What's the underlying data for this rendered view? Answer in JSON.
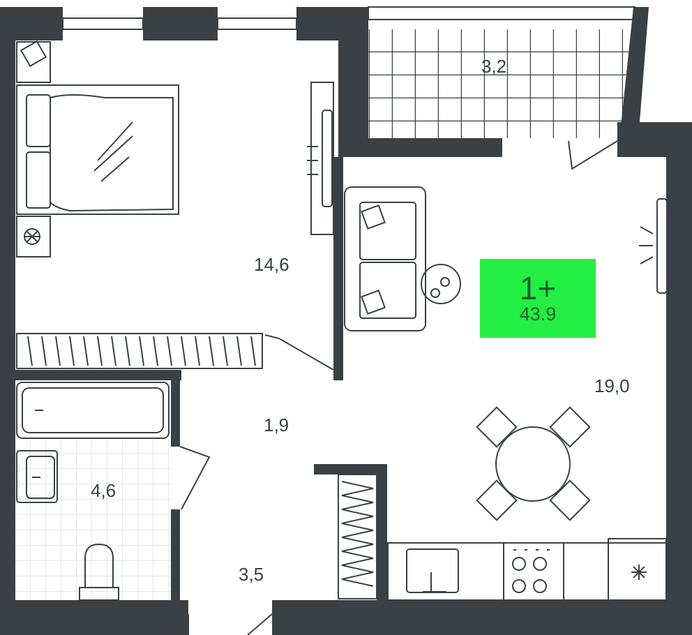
{
  "plan": {
    "rooms": [
      {
        "name": "balcony",
        "area": "3,2"
      },
      {
        "name": "bedroom",
        "area": "14,6"
      },
      {
        "name": "living-kitchen",
        "area": "19,0"
      },
      {
        "name": "corridor",
        "area": "1,9"
      },
      {
        "name": "bathroom",
        "area": "4,6"
      },
      {
        "name": "hallway",
        "area": "3,5"
      }
    ],
    "badge": {
      "rooms": "1+",
      "total_area": "43.9"
    }
  },
  "colors": {
    "wall": "#3a4043",
    "badge": "#22ee44",
    "line": "#3a4043"
  }
}
